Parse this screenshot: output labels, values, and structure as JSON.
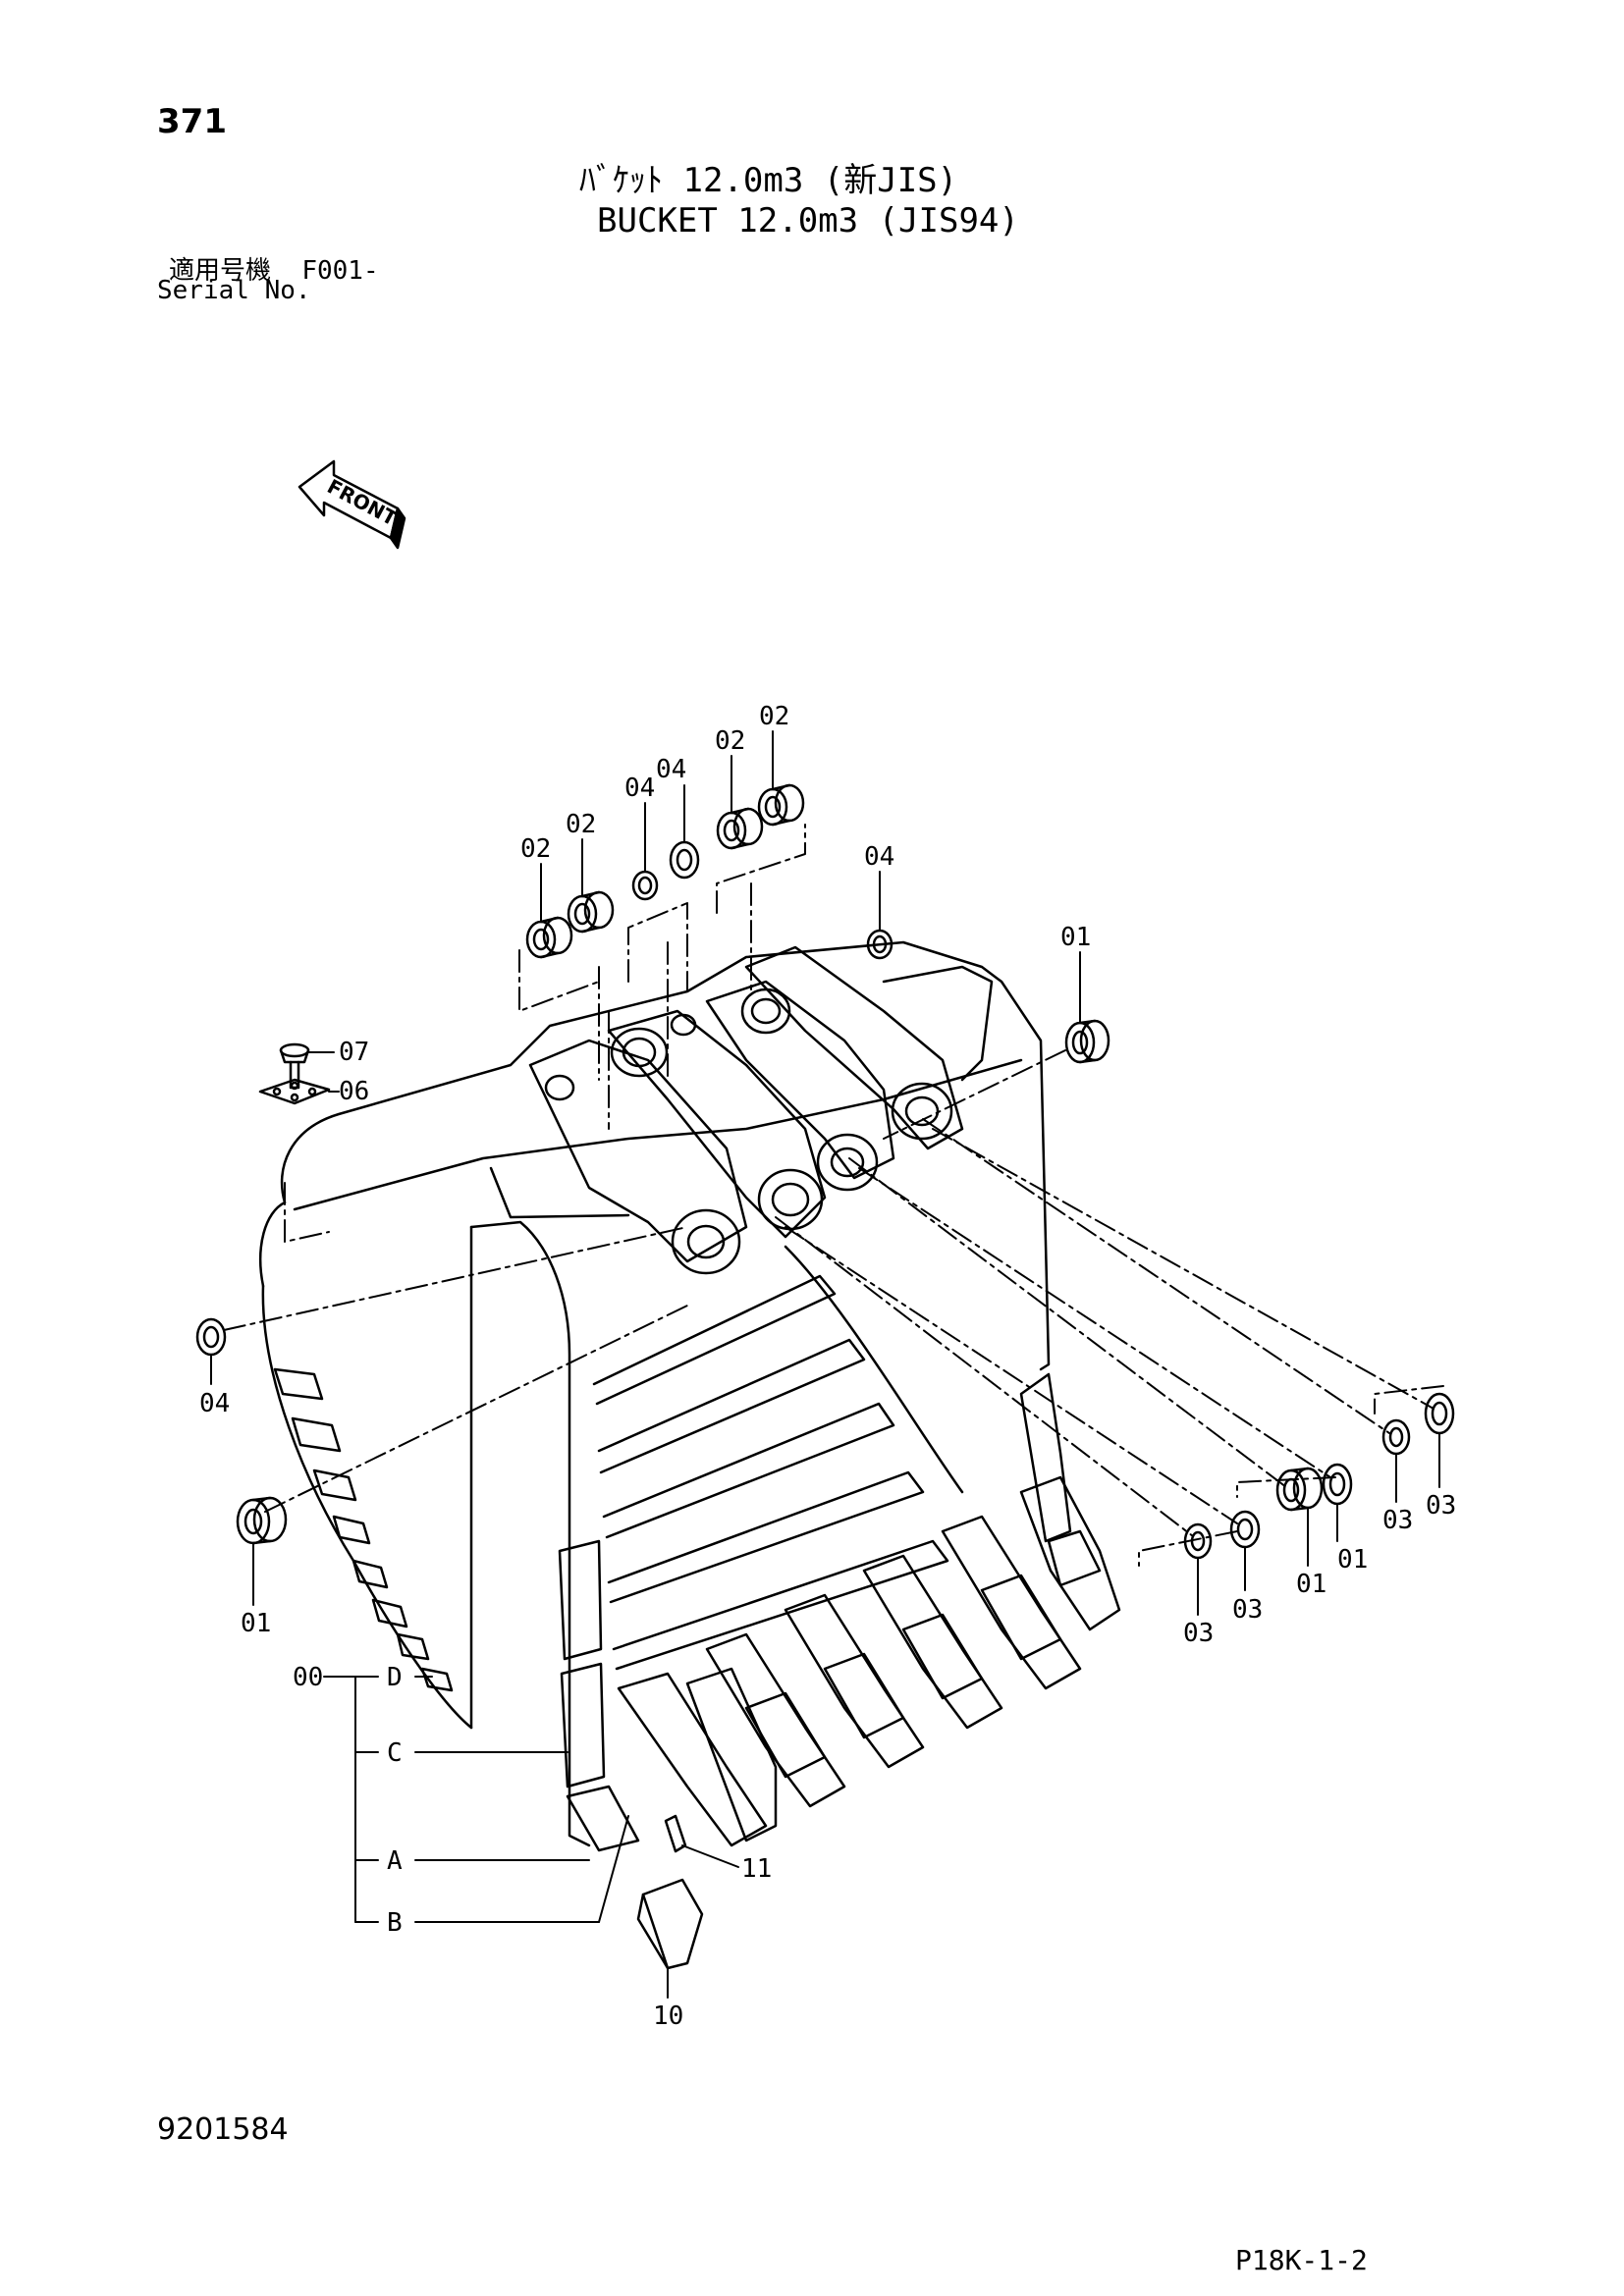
{
  "header": {
    "page_number": "371",
    "title_jp": "ﾊﾞｹｯﾄ 12.0m3 (新JIS)",
    "title_en": "BUCKET 12.0m3 (JIS94)",
    "serial_label_jp": "適用号機",
    "serial_value": "F001-",
    "serial_label_en": "Serial No."
  },
  "front_arrow_label": "FRONT",
  "callouts": {
    "c02_a": "02",
    "c02_b": "02",
    "c02_c": "02",
    "c02_d": "02",
    "c04_a": "04",
    "c04_b": "04",
    "c04_c": "04",
    "c04_d": "04",
    "c01_a": "01",
    "c01_b": "01",
    "c01_c": "01",
    "c01_d": "01",
    "c03_a": "03",
    "c03_b": "03",
    "c03_c": "03",
    "c03_d": "03",
    "c07": "07",
    "c06": "06",
    "c00": "00",
    "subD": "D",
    "subC": "C",
    "subA": "A",
    "subB": "B",
    "c11": "11",
    "c10": "10"
  },
  "footer": {
    "doc_number": "9201584",
    "page_code": "P18K-1-2"
  }
}
